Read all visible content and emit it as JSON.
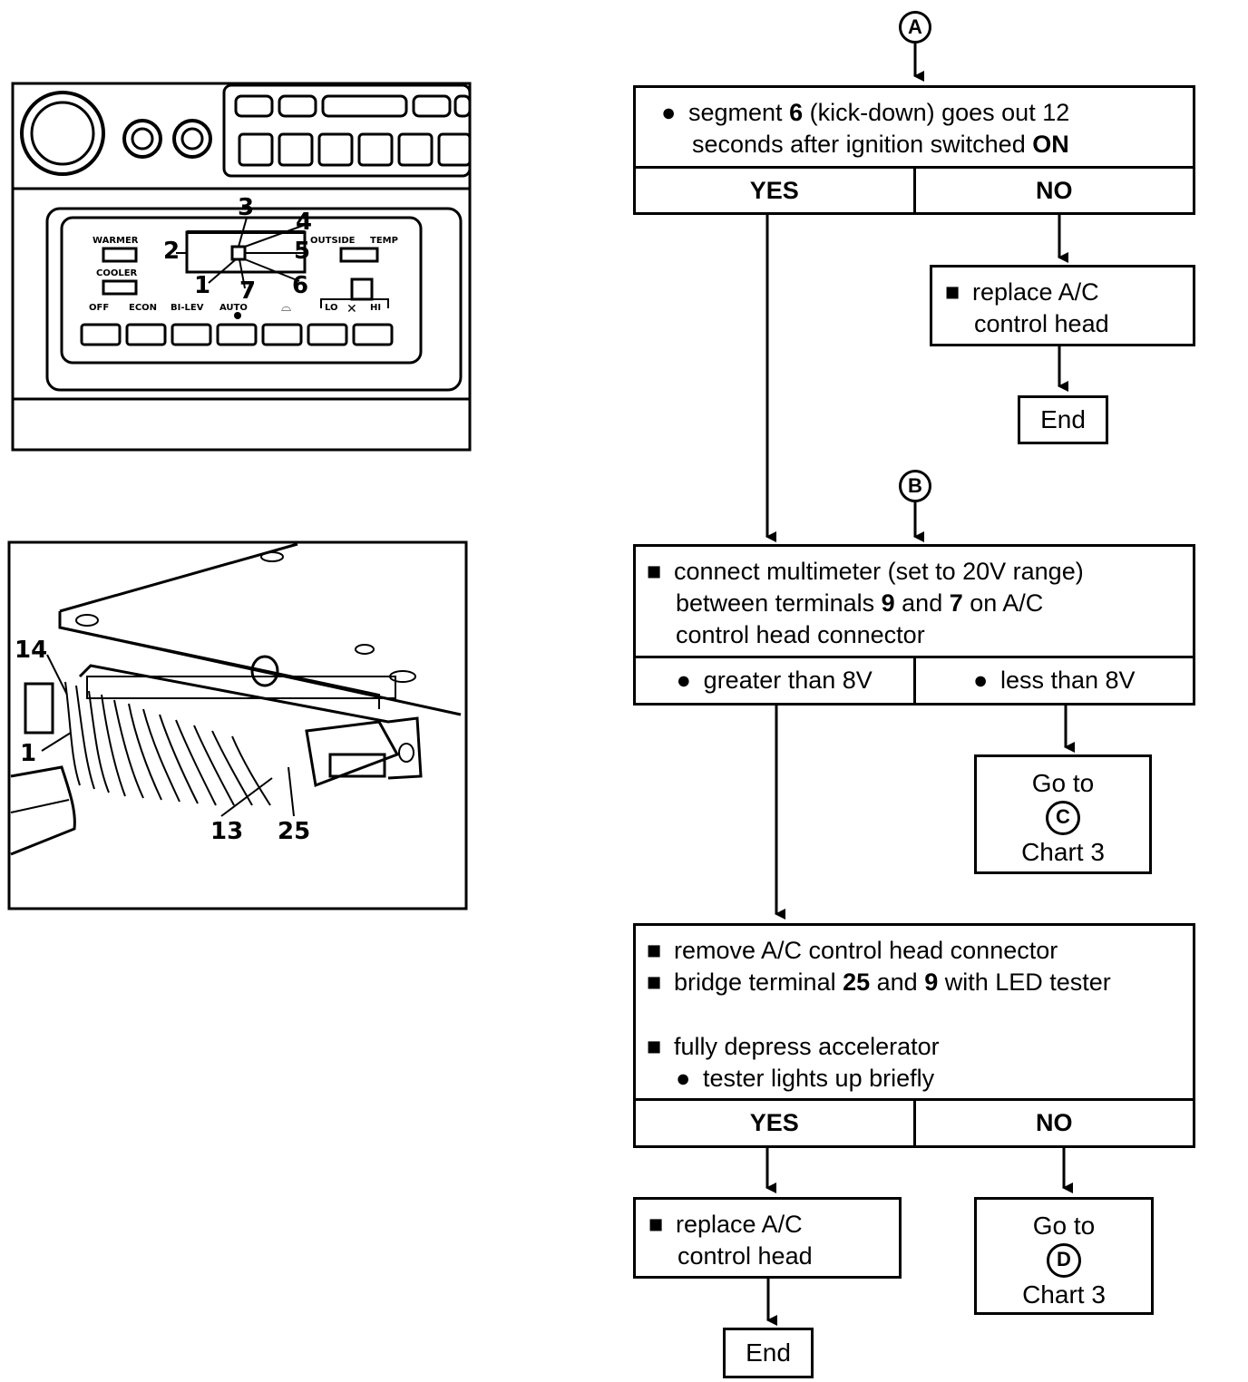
{
  "panel": {
    "labels": {
      "warmer": "WARMER",
      "cooler": "COOLER",
      "off": "OFF",
      "econ": "ECON",
      "bilev": "BI-LEV",
      "auto": "AUTO",
      "outside": "OUTSIDE",
      "temp": "TEMP",
      "lo": "LO",
      "hi": "HI"
    },
    "segments": [
      "1",
      "2",
      "3",
      "4",
      "5",
      "6",
      "7"
    ]
  },
  "connector": {
    "labels": {
      "t14": "14",
      "t1": "1",
      "t13": "13",
      "t25": "25"
    }
  },
  "flow": {
    "connA": "A",
    "box1": {
      "l1_pre": "segment ",
      "l1_b": "6",
      "l1_post": " (kick-down) goes out 12",
      "l2_pre": "seconds after ignition switched ",
      "l2_b": "ON"
    },
    "yes1": "YES",
    "no1": "NO",
    "replace1": {
      "l1": "replace A/C",
      "l2": "control head"
    },
    "end1": "End",
    "connB": "B",
    "box2": {
      "l1": "connect multimeter  (set to 20V  range)",
      "l2_pre": "between terminals ",
      "l2_b1": "9",
      "l2_mid": " and ",
      "l2_b2": "7",
      "l2_post": " on A/C",
      "l3": "control head connector"
    },
    "gt": "greater than 8V",
    "lt": "less than 8V",
    "gotoC": {
      "l1": "Go to",
      "c": "C",
      "l3": "Chart 3"
    },
    "box3": {
      "l1": "remove A/C control head connector",
      "l2_pre": "bridge terminal ",
      "l2_b1": "25",
      "l2_mid": " and ",
      "l2_b2": "9",
      "l2_post": " with LED tester",
      "l3": "fully depress accelerator",
      "l4": "tester lights up briefly"
    },
    "yes2": "YES",
    "no2": "NO",
    "replace2": {
      "l1": "replace A/C",
      "l2": "control head"
    },
    "gotoD": {
      "l1": "Go to",
      "c": "D",
      "l3": "Chart 3"
    },
    "end2": "End"
  }
}
